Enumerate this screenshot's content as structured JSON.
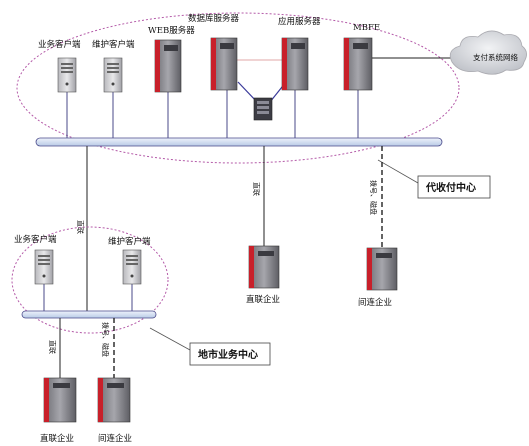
{
  "center": {
    "title": "代收付中心",
    "nodes": {
      "biz_client": "业务客户端",
      "maint_client": "维护客户端",
      "web_server": "WEB服务器",
      "db_server": "数据库服务器",
      "app_server": "应用服务器",
      "mbfe": "MBFE"
    },
    "external": "支付系统网络"
  },
  "enterprises": {
    "direct": "直联企业",
    "indirect": "间连企业"
  },
  "links": {
    "direct": "直联",
    "indirect": "拨号、磁盘"
  },
  "branch": {
    "title": "地市业务中心",
    "nodes": {
      "biz_client": "业务客户端",
      "maint_client": "维护客户端"
    },
    "enterprises": {
      "direct": "直联企业",
      "indirect": "间连企业"
    }
  },
  "colors": {
    "ellipse": "#b45aa8",
    "bus_fill": "#dbe6f5",
    "line": "#4a4a8a",
    "server_red": "#c8202a",
    "server_gray": "#8c8c92",
    "cloud": "#c9ccd2"
  }
}
